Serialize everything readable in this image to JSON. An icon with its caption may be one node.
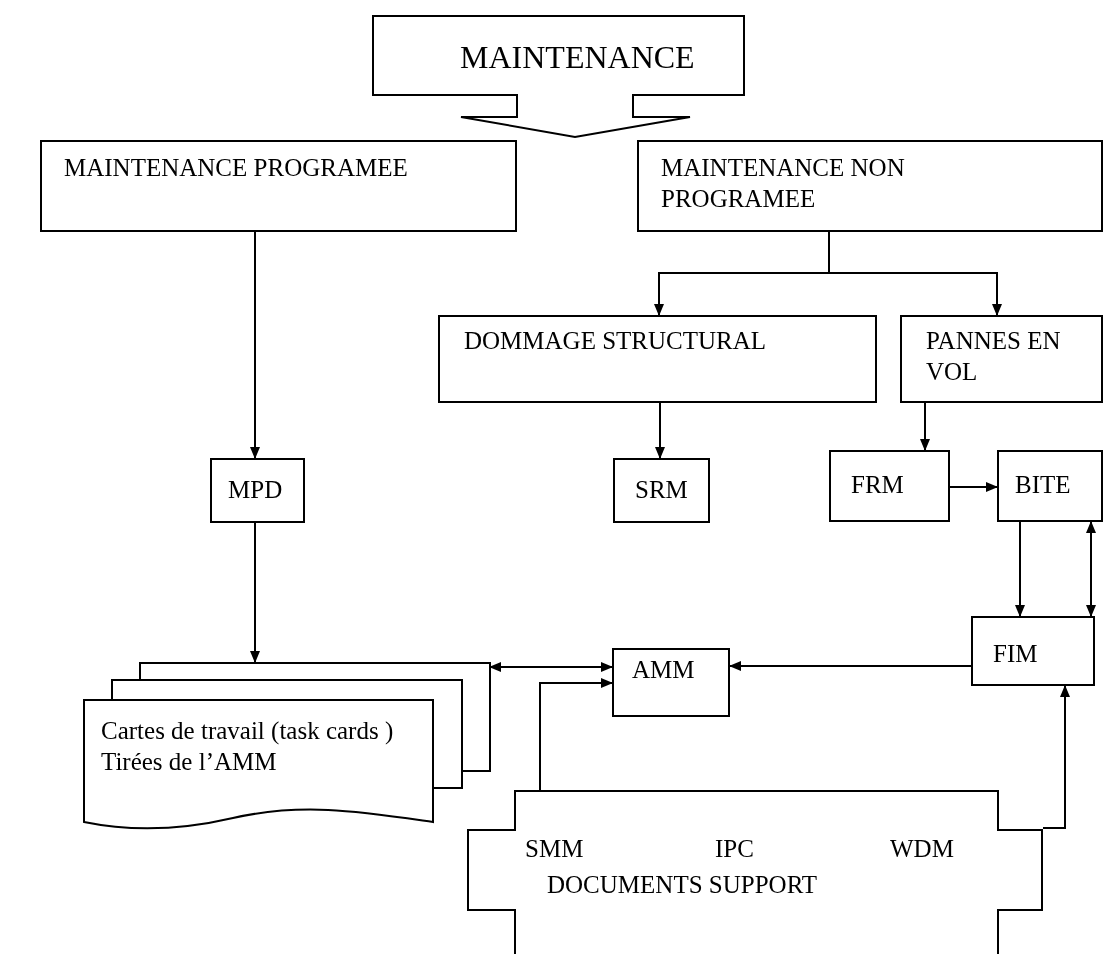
{
  "diagram": {
    "nodes": [
      {
        "text": [
          "MAINTENANCE"
        ]
      },
      {
        "text": [
          "MAINTENANCE PROGRAMEE"
        ]
      },
      {
        "text": [
          "MAINTENANCE NON PROGRAMEE"
        ]
      },
      {
        "text": [
          "DOMMAGE STRUCTURAL"
        ]
      },
      {
        "text": [
          "PANNES EN VOL"
        ]
      },
      {
        "text": [
          "MPD"
        ]
      },
      {
        "text": [
          "SRM"
        ]
      },
      {
        "text": [
          "FRM"
        ]
      },
      {
        "text": [
          "BITE"
        ]
      },
      {
        "text": [
          "AMM"
        ]
      },
      {
        "text": [
          "FIM"
        ]
      },
      {
        "text": [
          "Cartes de travail (task cards ) Tirées de l’AMM"
        ]
      },
      {
        "text": [
          "SMM",
          "IPC",
          "WDM",
          "DOCUMENTS SUPPORT"
        ]
      }
    ],
    "edges": [
      {
        "from": 1,
        "to": 5,
        "arrow": "to"
      },
      {
        "from": 2,
        "to": 3,
        "arrow": "to"
      },
      {
        "from": 2,
        "to": 4,
        "arrow": "to"
      },
      {
        "from": 5,
        "to": 11,
        "arrow": "to"
      },
      {
        "from": 3,
        "to": 6,
        "arrow": "to"
      },
      {
        "from": 4,
        "to": 7,
        "arrow": "to"
      },
      {
        "from": 7,
        "to": 8,
        "arrow": "to"
      },
      {
        "from": 8,
        "to": 10,
        "arrow": "to"
      },
      {
        "from": 8,
        "to": 10,
        "arrow": "both"
      },
      {
        "from": 10,
        "to": 9,
        "arrow": "to"
      },
      {
        "from": 9,
        "to": 11,
        "arrow": "both"
      },
      {
        "from": 12,
        "to": 9,
        "arrow": "to"
      },
      {
        "from": 12,
        "to": 10,
        "arrow": "to"
      }
    ]
  }
}
